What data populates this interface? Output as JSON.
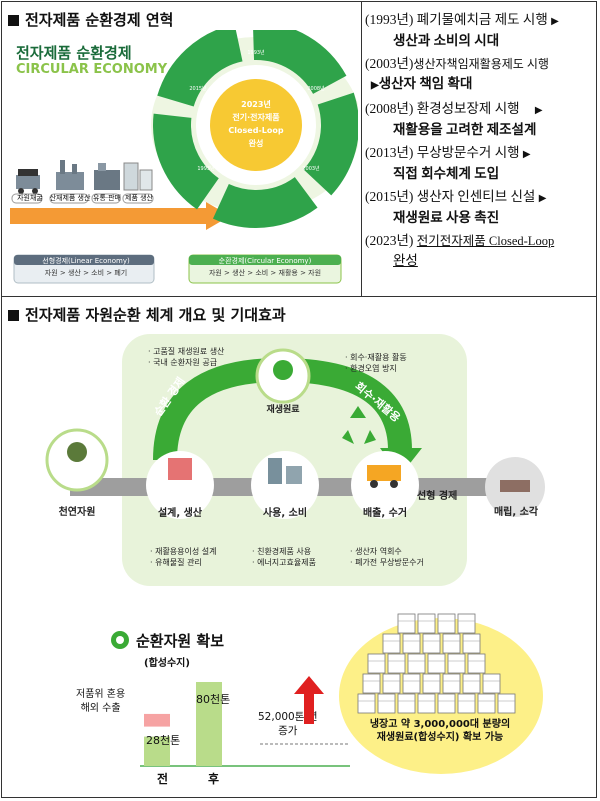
{
  "section1": {
    "title": "전자제품 순환경제 연혁",
    "graphic": {
      "title": "전자제품 순환경제",
      "subtitle": "CIRCULAR ECONOMY",
      "icon_labels": [
        "자원채굴",
        "산재제품 생산",
        "유통·판매",
        "제품 생산"
      ],
      "center_text": [
        "2023년",
        "전기·전자제품",
        "Closed-Loop",
        "완성"
      ],
      "segments": [
        {
          "year": "1993년",
          "text": "폐기물예치금 제도 시행"
        },
        {
          "year": "2003년",
          "text": "생산자책임재활용제도 시행"
        },
        {
          "year": "2008년",
          "text": "환경성보장제 시행"
        },
        {
          "year": "2013년",
          "text": "무상방문수거 시행"
        },
        {
          "year": "2015년",
          "text": "생산자 인센티브 신설"
        }
      ],
      "linear_box": {
        "title": "선형경제(Linear Economy)",
        "flow": "자원 > 생산 > 소비 > 폐기"
      },
      "circular_box": {
        "title": "순환경제(Circular Economy)",
        "flow": "자원 > 생산 > 소비 > 재활용 > 자원"
      }
    },
    "timeline": [
      {
        "year": "(1993년)",
        "event": "폐기물예치금 제도 시행",
        "detail": "생산과 소비의 시대"
      },
      {
        "year": "(2003년)",
        "event": "생산자책임재활용제도 시행",
        "detail": "생산자 책임 확대"
      },
      {
        "year": "(2008년)",
        "event": "환경성보장제 시행",
        "detail": "재활용을 고려한 제조설계"
      },
      {
        "year": "(2013년)",
        "event": "무상방문수거 시행",
        "detail": "직접 회수체계 도입"
      },
      {
        "year": "(2015년)",
        "event": "생산자 인센티브 신설",
        "detail": "재생원료 사용 촉진"
      },
      {
        "year": "(2023년)",
        "event": "전기전자제품 Closed-Loop",
        "detail": "완성"
      }
    ]
  },
  "section2": {
    "title": "전자제품 자원순환 체계 개요 및 기대효과",
    "top_left_bullets": [
      "· 고품질 재생원료 생산",
      "· 국내 순환자원 공급"
    ],
    "top_right_bullets": [
      "· 회수·재활용 활동",
      "· 환경오염 방지"
    ],
    "arc_left": "순환 경제",
    "arc_right": "회수·재활용",
    "recycled_label": "재생원료",
    "nodes": [
      {
        "label": "천연자원"
      },
      {
        "label": "설계, 생산"
      },
      {
        "label": "사용, 소비"
      },
      {
        "label": "배출, 수거"
      },
      {
        "label": "매립, 소각"
      }
    ],
    "linear_label": "선형 경제",
    "bottom_bullets": [
      [
        "· 재활용용이성 설계",
        "· 유해물질 관리"
      ],
      [
        "· 친환경제품 사용",
        "· 에너지고효율제품"
      ],
      [
        "· 생산자 역회수",
        "· 폐가전 무상방문수거"
      ]
    ]
  },
  "expect": {
    "title": "순환자원 확보",
    "subtitle": "(합성수지)",
    "before_note": [
      "저품위 혼용",
      "해외 수출"
    ],
    "before_value": "28천톤",
    "after_value": "80천톤",
    "increase": [
      "52,000톤/년",
      "증가"
    ],
    "before_label": "전",
    "after_label": "후",
    "bubble_text": [
      "냉장고 약 3,000,000대 분량의",
      "재생원료(합성수지) 확보 가능"
    ],
    "chart_data": {
      "type": "bar",
      "categories": [
        "전",
        "후"
      ],
      "values": [
        28,
        80
      ],
      "value_labels": [
        "28천톤",
        "80천톤"
      ]
    }
  },
  "colors": {
    "green": "#3aaa35",
    "light_green": "#b9dc8a",
    "pale_green": "#e8f3da",
    "yellow": "#fdf088",
    "pink": "#f6a3a3",
    "red": "#e02020"
  }
}
